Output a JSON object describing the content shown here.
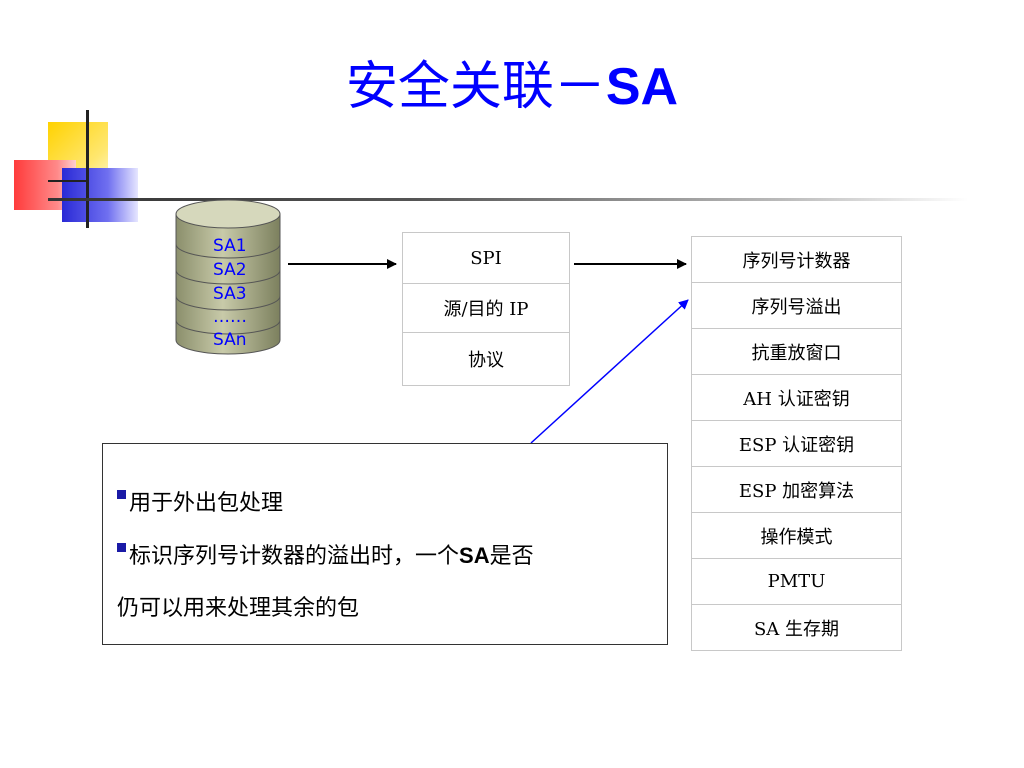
{
  "title": {
    "cjk": "安全关联－",
    "latin": "SA"
  },
  "database": {
    "labels": [
      "SA1",
      "SA2",
      "SA3",
      "……",
      "SAn"
    ]
  },
  "middle_table": {
    "rows": [
      "SPI",
      "源/目的 IP",
      "协议"
    ]
  },
  "right_table": {
    "rows": [
      "序列号计数器",
      "序列号溢出",
      "抗重放窗口",
      "AH 认证密钥",
      "ESP 认证密钥",
      "ESP 加密算法",
      "操作模式",
      "PMTU",
      "SA 生存期"
    ]
  },
  "textbox": {
    "line1": "用于外出包处理",
    "line2_a": "标识序列号计数器的溢出时，一个",
    "line2_b": "SA",
    "line2_c": "是否",
    "line3": "仍可以用来处理其余的包"
  },
  "colors": {
    "title": "#0000ff",
    "accent_yellow": "#ffd200",
    "accent_red": "#ff3b3b",
    "accent_blue": "#2a2ad6"
  }
}
